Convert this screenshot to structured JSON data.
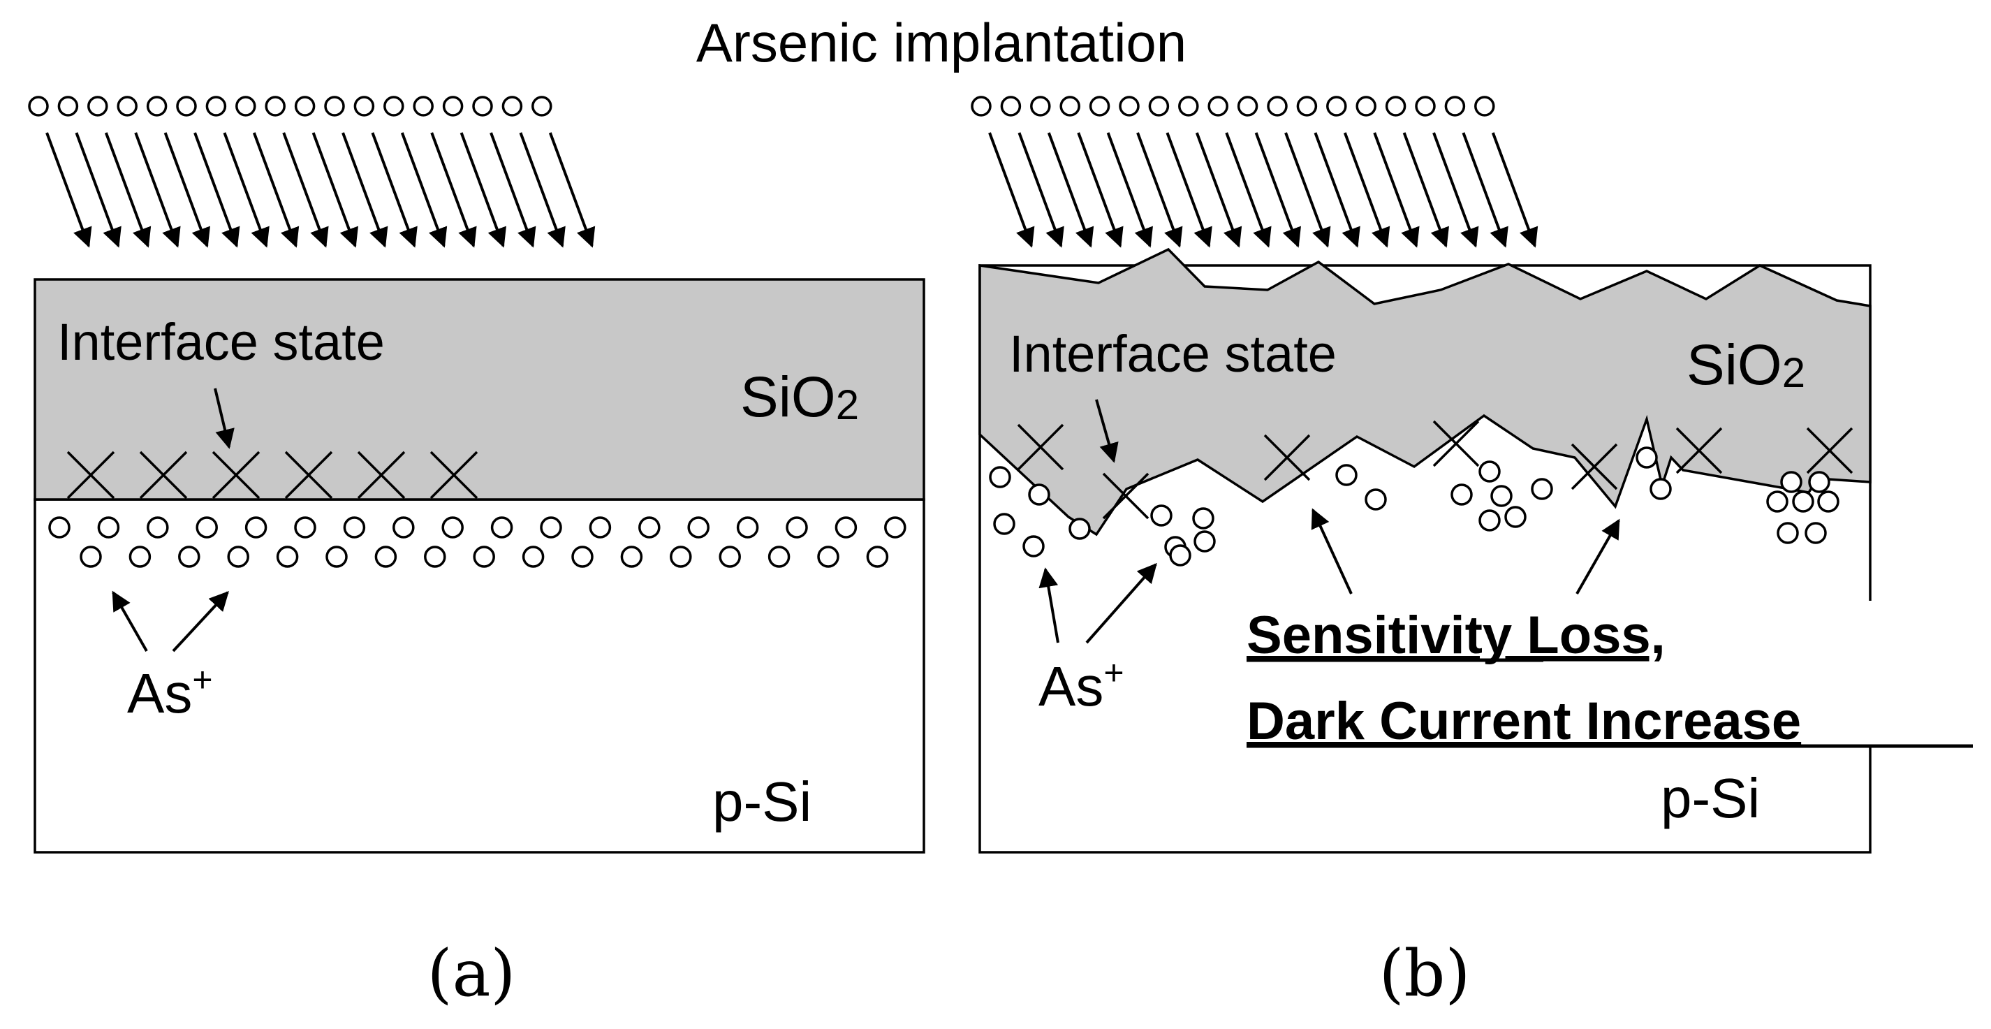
{
  "title": "Arsenic implantation",
  "panels": [
    {
      "id": "a",
      "caption": "(a)",
      "oxide_label": "SiO",
      "oxide_subscript": "2",
      "interface_label": "Interface state",
      "ion_label": "As",
      "ion_superscript": "+",
      "substrate_label": "p-Si",
      "incoming_ions": 18,
      "interface_states": 6
    },
    {
      "id": "b",
      "caption": "(b)",
      "oxide_label": "SiO",
      "oxide_subscript": "2",
      "interface_label": "Interface state",
      "ion_label": "As",
      "ion_superscript": "+",
      "substrate_label": "p-Si",
      "incoming_ions": 18,
      "interface_states": 7,
      "effect_lines": [
        "Sensitivity Loss,",
        "Dark Current Increase"
      ]
    }
  ],
  "colors": {
    "oxide_fill": "#c8c8c8",
    "stroke": "#000000",
    "background": "#ffffff"
  }
}
